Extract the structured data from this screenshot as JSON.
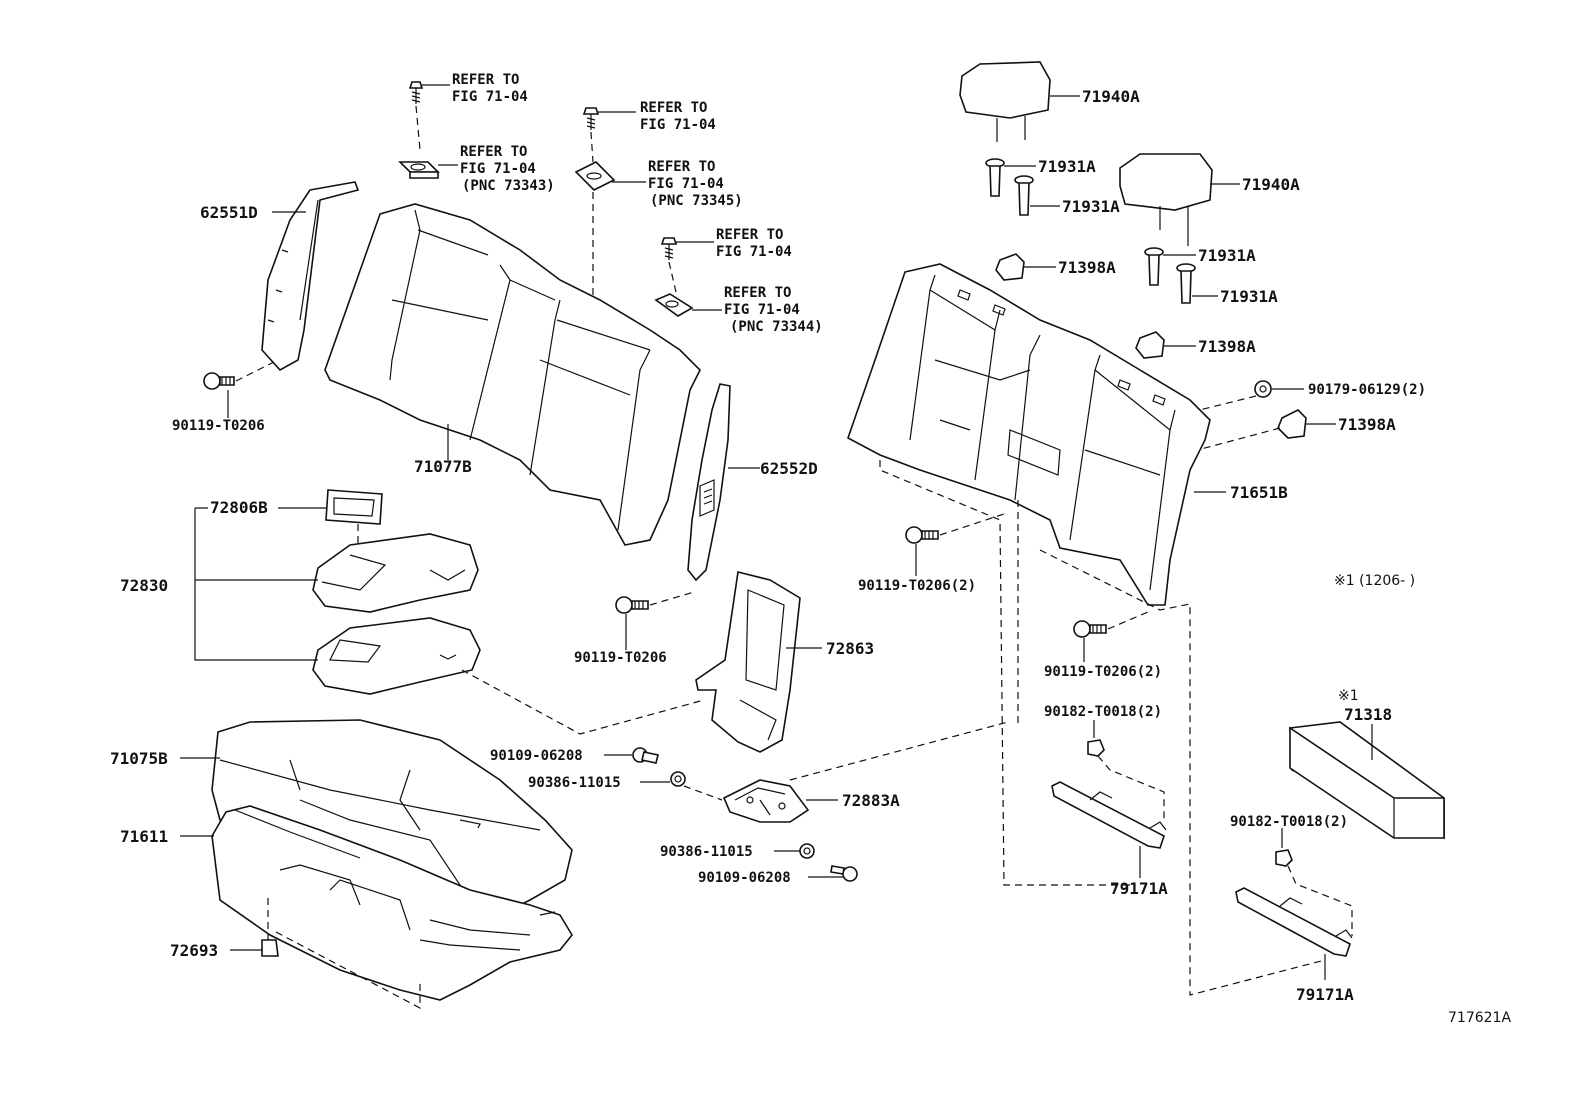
{
  "refer": {
    "line1": "REFER TO",
    "line2": "FIG 71-04",
    "pnc_73343": "(PNC 73343)",
    "pnc_73345": "(PNC 73345)",
    "pnc_73344": "(PNC 73344)"
  },
  "parts": {
    "p62551D": "62551D",
    "p90119_T0206_a": "90119-T0206",
    "p71077B": "71077B",
    "p72806B": "72806B",
    "p72830": "72830",
    "p62552D": "62552D",
    "p90119_T0206_b": "90119-T0206",
    "p72863": "72863",
    "p71075B": "71075B",
    "p71611": "71611",
    "p72693": "72693",
    "p90109_06208_a": "90109-06208",
    "p90386_11015_a": "90386-11015",
    "p72883A": "72883A",
    "p90386_11015_b": "90386-11015",
    "p90109_06208_b": "90109-06208",
    "p71940A_a": "71940A",
    "p71940A_b": "71940A",
    "p71931A_a": "71931A",
    "p71931A_b": "71931A",
    "p71931A_c": "71931A",
    "p71931A_d": "71931A",
    "p71398A_a": "71398A",
    "p71398A_b": "71398A",
    "p71398A_c": "71398A",
    "p90179_06129": "90179-06129(2)",
    "p71651B": "71651B",
    "p90119_T0206_c": "90119-T0206(2)",
    "p90119_T0206_d": "90119-T0206(2)",
    "p90182_T0018_a": "90182-T0018(2)",
    "p90182_T0018_b": "90182-T0018(2)",
    "p79171A_a": "79171A",
    "p79171A_b": "79171A",
    "p71318": "71318"
  },
  "notes": {
    "date_note": "※1 (1206-      )",
    "mark1": "※1",
    "figure_id": "717621A"
  }
}
